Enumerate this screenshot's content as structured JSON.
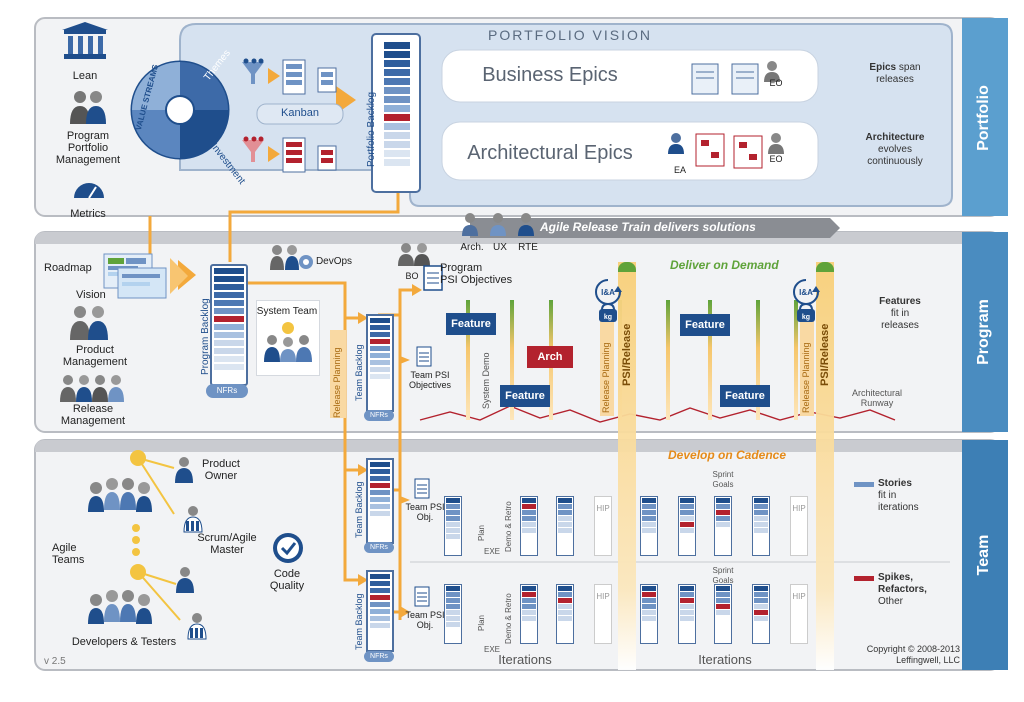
{
  "layers": {
    "portfolio": "Portfolio",
    "program": "Program",
    "team": "Team"
  },
  "portfolio": {
    "vision": "PORTFOLIO VISION",
    "business_epics": "Business Epics",
    "architectural_epics": "Architectural Epics",
    "themes": "Themes",
    "value_streams": "VALUE STREAMS",
    "investment": "Investment",
    "kanban": "Kanban",
    "portfolio_backlog": "Portfolio Backlog",
    "ea": "EA",
    "eo": "EO",
    "roles": {
      "lean": "Lean",
      "ppm": "Program\nPortfolio\nManagement",
      "metrics": "Metrics"
    },
    "notes": {
      "epics_bold": "Epics",
      "epics_rest": " span\nreleases",
      "arch_bold": "Architecture",
      "arch_rest": "evolves\ncontinuously"
    }
  },
  "program": {
    "art": "Agile Release Train delivers solutions",
    "roles_top": [
      "Arch.",
      "UX",
      "RTE"
    ],
    "roadmap": "Roadmap",
    "vision": "Vision",
    "product_management": "Product\nManagement",
    "release_management": "Release\nManagement",
    "devops": "DevOps",
    "system_team": "System Team",
    "program_backlog": "Program Backlog",
    "nfrs": "NFRs",
    "bo": "BO",
    "program_psi": "Program\nPSI Objectives",
    "team_psi": "Team PSI\nObjectives",
    "release_planning": "Release Planning",
    "system_demo": "System Demo",
    "psi_release": "PSI/Release",
    "ia": "I&A",
    "kg": "kg",
    "deliver": "Deliver on Demand",
    "feature": "Feature",
    "arch": "Arch",
    "runway": "Architectural\nRunway",
    "notes": {
      "bold": "Features",
      "rest": "fit in\nreleases"
    }
  },
  "team": {
    "develop": "Develop on Cadence",
    "product_owner": "Product\nOwner",
    "scrum_master": "Scrum/Agile\nMaster",
    "agile_teams": "Agile\nTeams",
    "code_quality": "Code\nQuality",
    "developers": "Developers & Testers",
    "team_backlog": "Team Backlog",
    "team_psi_obj": "Team PSI\nObj.",
    "plan": "Plan",
    "exe": "EXE",
    "demo_retro": "Demo & Retro",
    "hip": "HIP",
    "sprint_goals": "Sprint\nGoals",
    "iterations": "Iterations",
    "legend": {
      "stories_bold": "Stories",
      "stories_rest": "fit in\niterations",
      "spikes_bold": "Spikes,\nRefactors,",
      "spikes_rest": "Other"
    }
  },
  "footer": {
    "version": "v 2.5",
    "copyright": "Copyright © 2008-2013\nLeffingwell, LLC"
  },
  "colors": {
    "blue_dark": "#1f4e8c",
    "blue_mid": "#6f93c4",
    "red": "#b3222e",
    "orange": "#f3a93c",
    "green": "#5fa33a",
    "band": "#5b9fcf"
  }
}
